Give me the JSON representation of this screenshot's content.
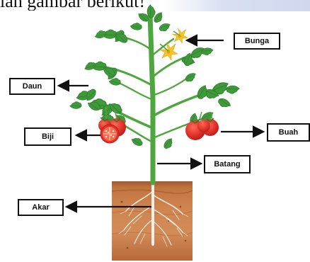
{
  "header": {
    "text": "lah gambar berikut!"
  },
  "labels": {
    "bunga": "Bunga",
    "daun": "Daun",
    "biji": "Biji",
    "buah": "Buah",
    "batang": "Batang",
    "akar": "Akar"
  },
  "colors": {
    "leaf": "#3f9a3a",
    "leaf_dark": "#2c7a2c",
    "stem": "#4ea63e",
    "flower": "#f7c325",
    "tomato": "#e0322a",
    "soil": "#c97a45",
    "root": "#f3efe6",
    "arrow": "#111111"
  }
}
